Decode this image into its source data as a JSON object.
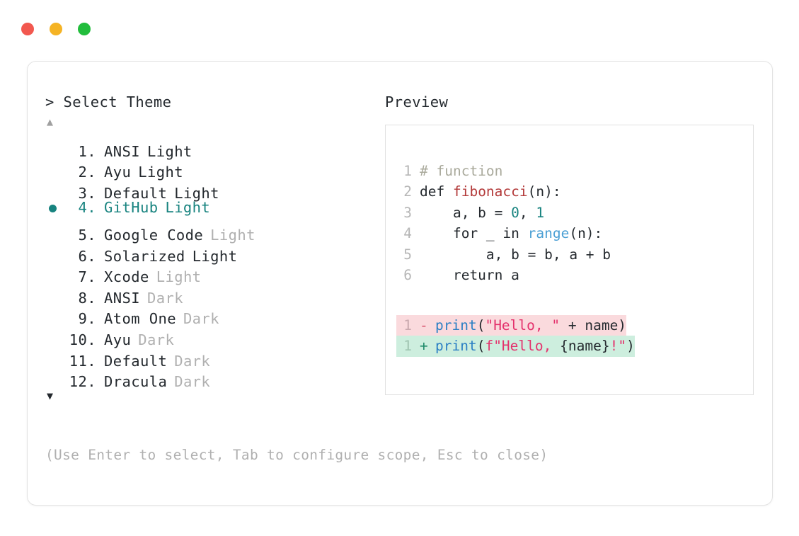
{
  "window": {
    "dots": [
      {
        "name": "close-dot",
        "color": "#f2584f"
      },
      {
        "name": "minimize-dot",
        "color": "#f5b324"
      },
      {
        "name": "maximize-dot",
        "color": "#22bd3c"
      }
    ]
  },
  "left": {
    "prompt_symbol": "> ",
    "prompt_label": "Select Theme",
    "scroll_up": "▲",
    "scroll_down": "▼",
    "items": [
      {
        "index": "1.",
        "name": "ANSI",
        "variant": "Light",
        "variant_muted": false,
        "selected": false
      },
      {
        "index": "2.",
        "name": "Ayu",
        "variant": "Light",
        "variant_muted": false,
        "selected": false
      },
      {
        "index": "3.",
        "name": "Default",
        "variant": "Light",
        "variant_muted": false,
        "selected": false
      },
      {
        "index": "4.",
        "name": "GitHub",
        "variant": "Light",
        "variant_muted": false,
        "selected": true
      },
      {
        "index": "5.",
        "name": "Google Code",
        "variant": "Light",
        "variant_muted": true,
        "selected": false
      },
      {
        "index": "6.",
        "name": "Solarized",
        "variant": "Light",
        "variant_muted": false,
        "selected": false
      },
      {
        "index": "7.",
        "name": "Xcode",
        "variant": "Light",
        "variant_muted": true,
        "selected": false
      },
      {
        "index": "8.",
        "name": "ANSI",
        "variant": "Dark",
        "variant_muted": true,
        "selected": false
      },
      {
        "index": "9.",
        "name": "Atom One",
        "variant": "Dark",
        "variant_muted": true,
        "selected": false
      },
      {
        "index": "10.",
        "name": "Ayu",
        "variant": "Dark",
        "variant_muted": true,
        "selected": false
      },
      {
        "index": "11.",
        "name": "Default",
        "variant": "Dark",
        "variant_muted": true,
        "selected": false
      },
      {
        "index": "12.",
        "name": "Dracula",
        "variant": "Dark",
        "variant_muted": true,
        "selected": false
      }
    ],
    "hint": "(Use Enter to select, Tab to configure scope, Esc to close)"
  },
  "right": {
    "title": "Preview",
    "code_lines": [
      {
        "n": "1",
        "tokens": [
          {
            "t": "# function",
            "c": "comment"
          }
        ]
      },
      {
        "n": "2",
        "tokens": [
          {
            "t": "def ",
            "c": "kw"
          },
          {
            "t": "fibonacci",
            "c": "fn"
          },
          {
            "t": "(n):",
            "c": "plain"
          }
        ]
      },
      {
        "n": "3",
        "tokens": [
          {
            "t": "    a, b = ",
            "c": "plain"
          },
          {
            "t": "0",
            "c": "num"
          },
          {
            "t": ", ",
            "c": "plain"
          },
          {
            "t": "1",
            "c": "num"
          }
        ]
      },
      {
        "n": "4",
        "tokens": [
          {
            "t": "    for _ in ",
            "c": "plain"
          },
          {
            "t": "range",
            "c": "builtin"
          },
          {
            "t": "(n):",
            "c": "plain"
          }
        ]
      },
      {
        "n": "5",
        "tokens": [
          {
            "t": "        a, b = b, a + b",
            "c": "plain"
          }
        ]
      },
      {
        "n": "6",
        "tokens": [
          {
            "t": "    return a",
            "c": "plain"
          }
        ]
      }
    ],
    "diff_lines": [
      {
        "n": "1",
        "sign": "-",
        "kind": "minus",
        "tokens": [
          {
            "t": "print",
            "c": "print"
          },
          {
            "t": "(",
            "c": "plain"
          },
          {
            "t": "\"Hello, \"",
            "c": "str"
          },
          {
            "t": " + name)",
            "c": "plain"
          }
        ]
      },
      {
        "n": "1",
        "sign": "+",
        "kind": "plus",
        "tokens": [
          {
            "t": "print",
            "c": "print"
          },
          {
            "t": "(",
            "c": "plain"
          },
          {
            "t": "f\"Hello, ",
            "c": "str"
          },
          {
            "t": "{name}",
            "c": "plain"
          },
          {
            "t": "!\"",
            "c": "str"
          },
          {
            "t": ")",
            "c": "plain"
          }
        ]
      }
    ]
  },
  "colors": {
    "accent_teal": "#17837f",
    "diff_remove_bg": "#fadadd",
    "diff_add_bg": "#cdeede",
    "muted": "#b0b0b0",
    "text": "#24292e"
  }
}
